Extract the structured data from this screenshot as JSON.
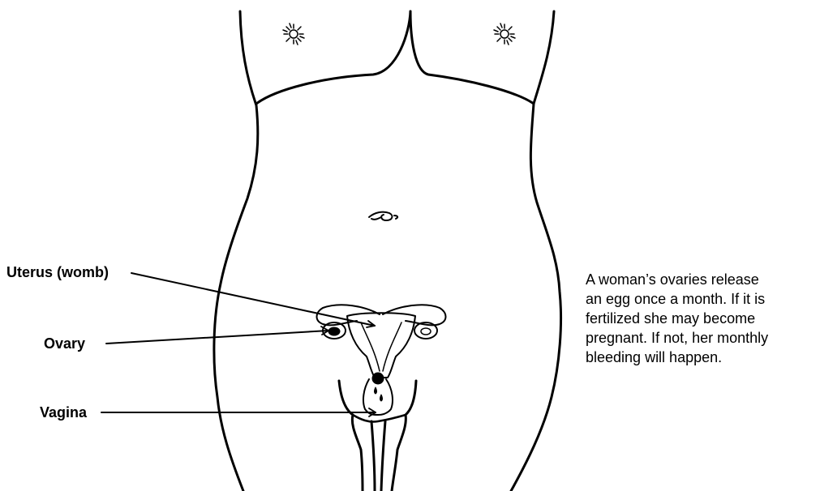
{
  "labels": {
    "uterus": "Uterus (womb)",
    "ovary": "Ovary",
    "vagina": "Vagina"
  },
  "caption_lines": [
    "A woman’s ovaries release",
    "an egg once a month. If it is",
    "fertilized she may become",
    "pregnant. If not, her monthly",
    "bleeding will happen."
  ],
  "colors": {
    "ink": "#000000",
    "background": "#ffffff"
  }
}
